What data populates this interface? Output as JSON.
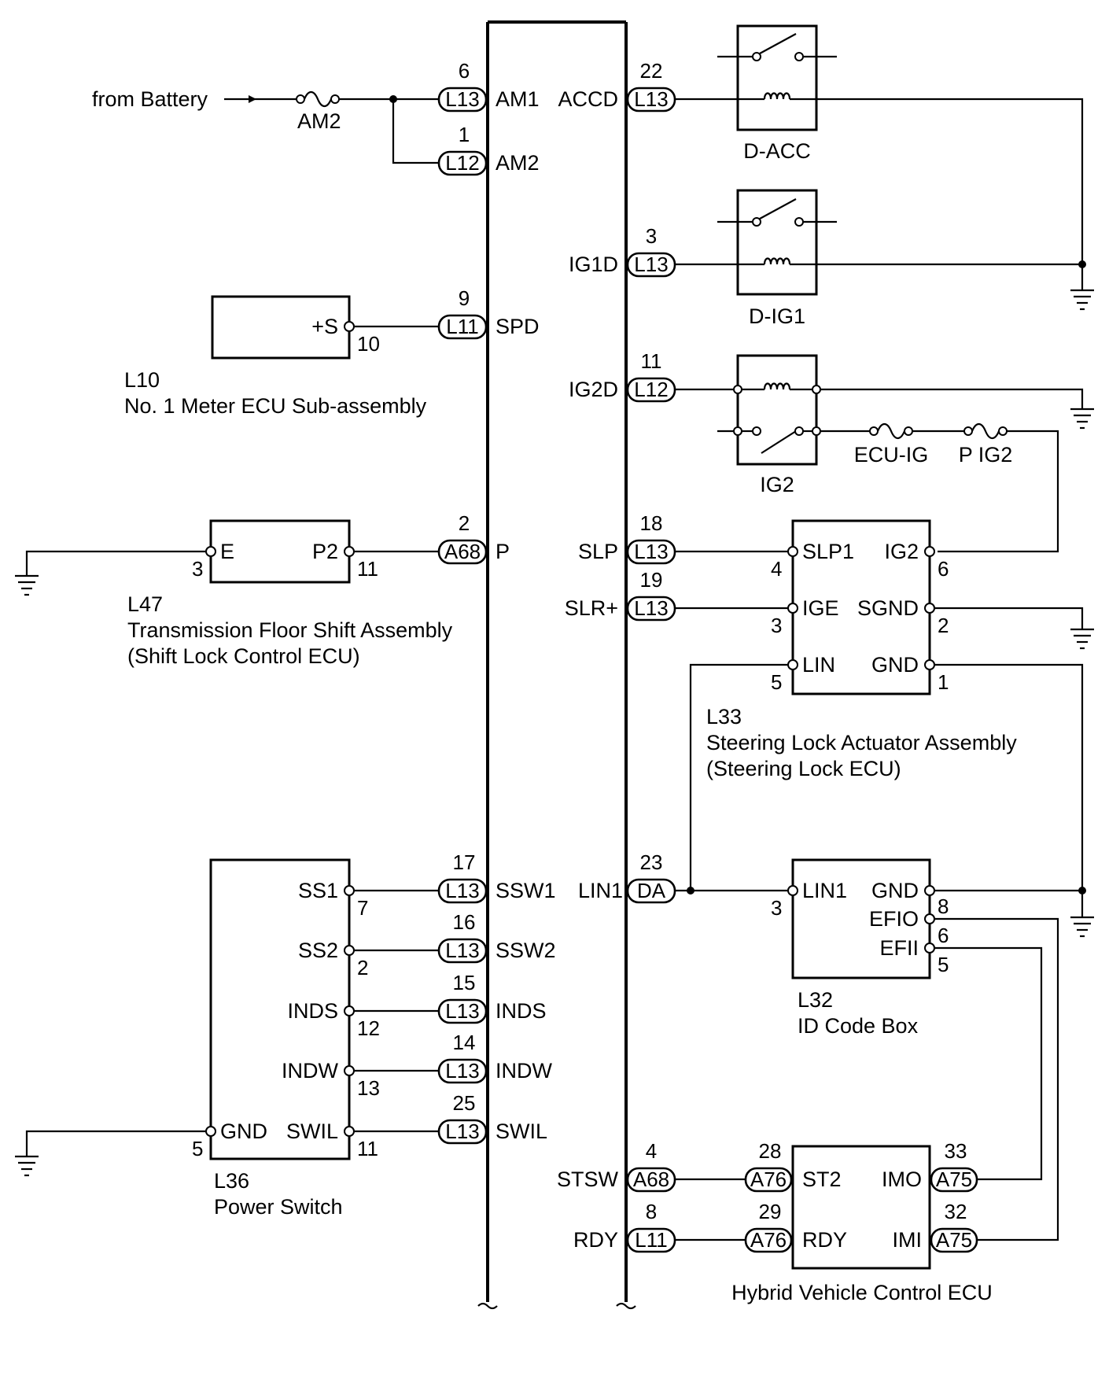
{
  "battery": {
    "from": "from Battery",
    "fuse": "AM2"
  },
  "ecu": {
    "left_terminals": [
      "AM1",
      "AM2",
      "SPD",
      "P",
      "SSW1",
      "SSW2",
      "INDS",
      "INDW",
      "SWIL"
    ],
    "right_terminals": [
      "ACCD",
      "IG1D",
      "IG2D",
      "SLP",
      "SLR+",
      "LIN1",
      "STSW",
      "RDY"
    ]
  },
  "connectors": {
    "am1": {
      "code": "L13",
      "pin": "6"
    },
    "am2": {
      "code": "L12",
      "pin": "1"
    },
    "spd": {
      "code": "L11",
      "pin": "9"
    },
    "p": {
      "code": "A68",
      "pin": "2"
    },
    "ssw1": {
      "code": "L13",
      "pin": "17"
    },
    "ssw2": {
      "code": "L13",
      "pin": "16"
    },
    "inds": {
      "code": "L13",
      "pin": "15"
    },
    "indw": {
      "code": "L13",
      "pin": "14"
    },
    "swil": {
      "code": "L13",
      "pin": "25"
    },
    "accd": {
      "code": "L13",
      "pin": "22"
    },
    "ig1d": {
      "code": "L13",
      "pin": "3"
    },
    "ig2d": {
      "code": "L12",
      "pin": "11"
    },
    "slp": {
      "code": "L13",
      "pin": "18"
    },
    "slr": {
      "code": "L13",
      "pin": "19"
    },
    "lin1": {
      "code": "DA",
      "pin": "23"
    },
    "stsw": {
      "code": "A68",
      "pin": "4"
    },
    "rdy": {
      "code": "L11",
      "pin": "8"
    },
    "st2": {
      "code": "A76",
      "pin": "28"
    },
    "rdy2": {
      "code": "A76",
      "pin": "29"
    },
    "imo": {
      "code": "A75",
      "pin": "33"
    },
    "imi": {
      "code": "A75",
      "pin": "32"
    }
  },
  "relays": {
    "dacc": "D-ACC",
    "dig1": "D-IG1",
    "ig2": "IG2"
  },
  "fuses": {
    "ecu_ig": "ECU-IG",
    "p_ig2": "P IG2"
  },
  "meter": {
    "code": "L10",
    "name": "No. 1 Meter ECU Sub-assembly",
    "terminal": "+S",
    "pin": "10"
  },
  "shift": {
    "code": "L47",
    "name": "Transmission Floor Shift Assembly",
    "sub": "(Shift Lock Control ECU)",
    "t_e": "E",
    "p_e": "3",
    "t_p2": "P2",
    "p_p2": "11"
  },
  "steering": {
    "code": "L33",
    "name": "Steering Lock Actuator Assembly",
    "sub": "(Steering Lock ECU)",
    "slp1": "SLP1",
    "p_slp1": "4",
    "ig2": "IG2",
    "p_ig2": "6",
    "ige": "IGE",
    "p_ige": "3",
    "sgnd": "SGND",
    "p_sgnd": "2",
    "lin": "LIN",
    "p_lin": "5",
    "gnd": "GND",
    "p_gnd": "1"
  },
  "idbox": {
    "code": "L32",
    "name": "ID Code Box",
    "lin1": "LIN1",
    "p_lin1": "3",
    "gnd": "GND",
    "p_gnd": "8",
    "efio": "EFIO",
    "p_efio": "6",
    "efii": "EFII",
    "p_efii": "5"
  },
  "power_switch": {
    "code": "L36",
    "name": "Power Switch",
    "ss1": "SS1",
    "p_ss1": "7",
    "ss2": "SS2",
    "p_ss2": "2",
    "inds": "INDS",
    "p_inds": "12",
    "indw": "INDW",
    "p_indw": "13",
    "swil": "SWIL",
    "p_swil": "11",
    "gnd": "GND",
    "p_gnd": "5"
  },
  "hv": {
    "name": "Hybrid Vehicle Control ECU",
    "st2": "ST2",
    "rdy": "RDY",
    "imo": "IMO",
    "imi": "IMI"
  }
}
